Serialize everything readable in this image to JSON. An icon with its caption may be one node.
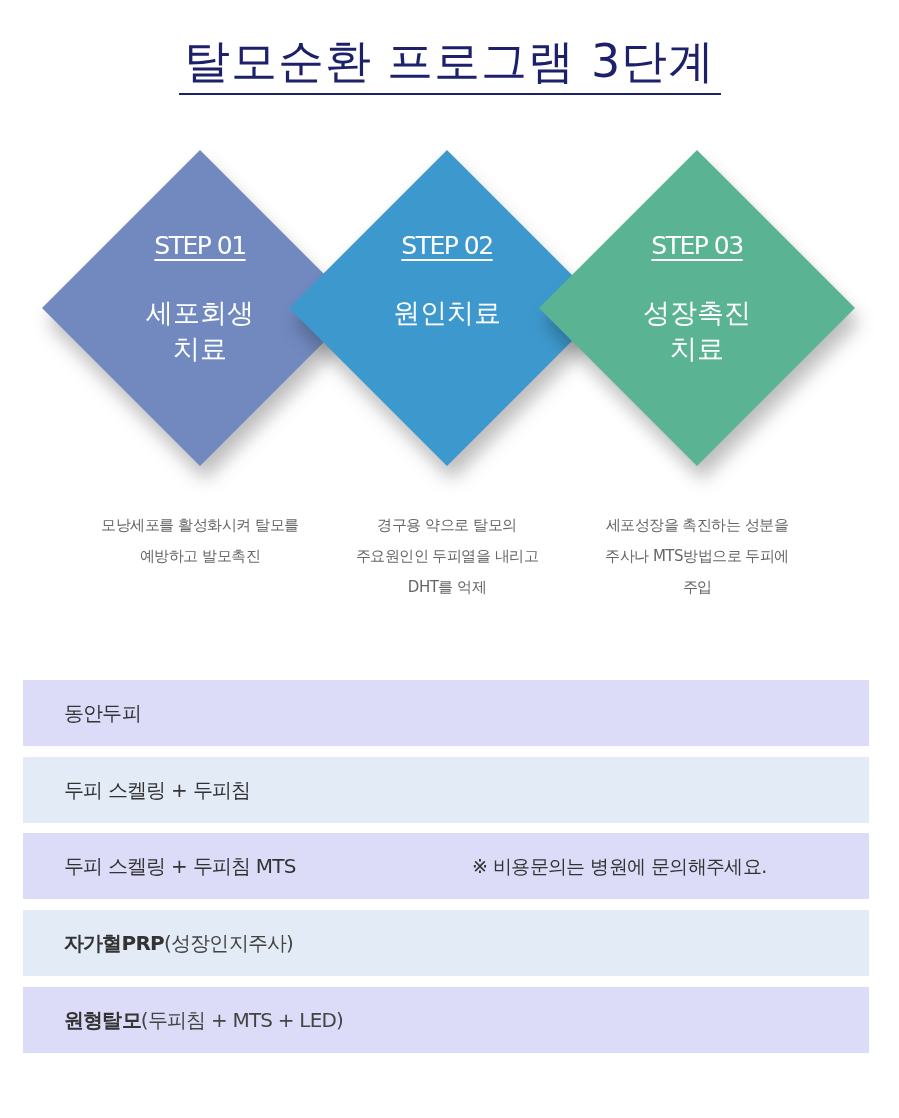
{
  "diagram": {
    "title": "탈모순환 프로그램 3단계",
    "nodes": [
      {
        "text": [
          "STEP 01",
          "세포회생 치료"
        ],
        "beside": [
          "모낭세포를 활성화시켜 탈모를 예방하고 발모촉진"
        ]
      },
      {
        "text": [
          "STEP 02",
          "원인치료"
        ],
        "beside": [
          "경구용 약으로 탈모의 주요원인인 두피열을 내리고 DHT를 억제"
        ]
      },
      {
        "text": [
          "STEP 03",
          "성장촉진 치료"
        ],
        "beside": [
          "세포성장을 촉진하는 성분을 주사나 MTS방법으로 두피에 주입"
        ]
      },
      {
        "text": [
          "동안두피"
        ]
      },
      {
        "text": [
          "두피 스켈링 + 두피침"
        ]
      },
      {
        "text": [
          "두피 스켈링 + 두피침 MTS",
          "※ 비용문의는 병원에 문의해주세요."
        ]
      },
      {
        "text": [
          "**자가혈PRP**(성장인지주사)"
        ]
      },
      {
        "text": [
          "**원형탈모**(두피침 + MTS + LED)"
        ]
      }
    ]
  }
}
